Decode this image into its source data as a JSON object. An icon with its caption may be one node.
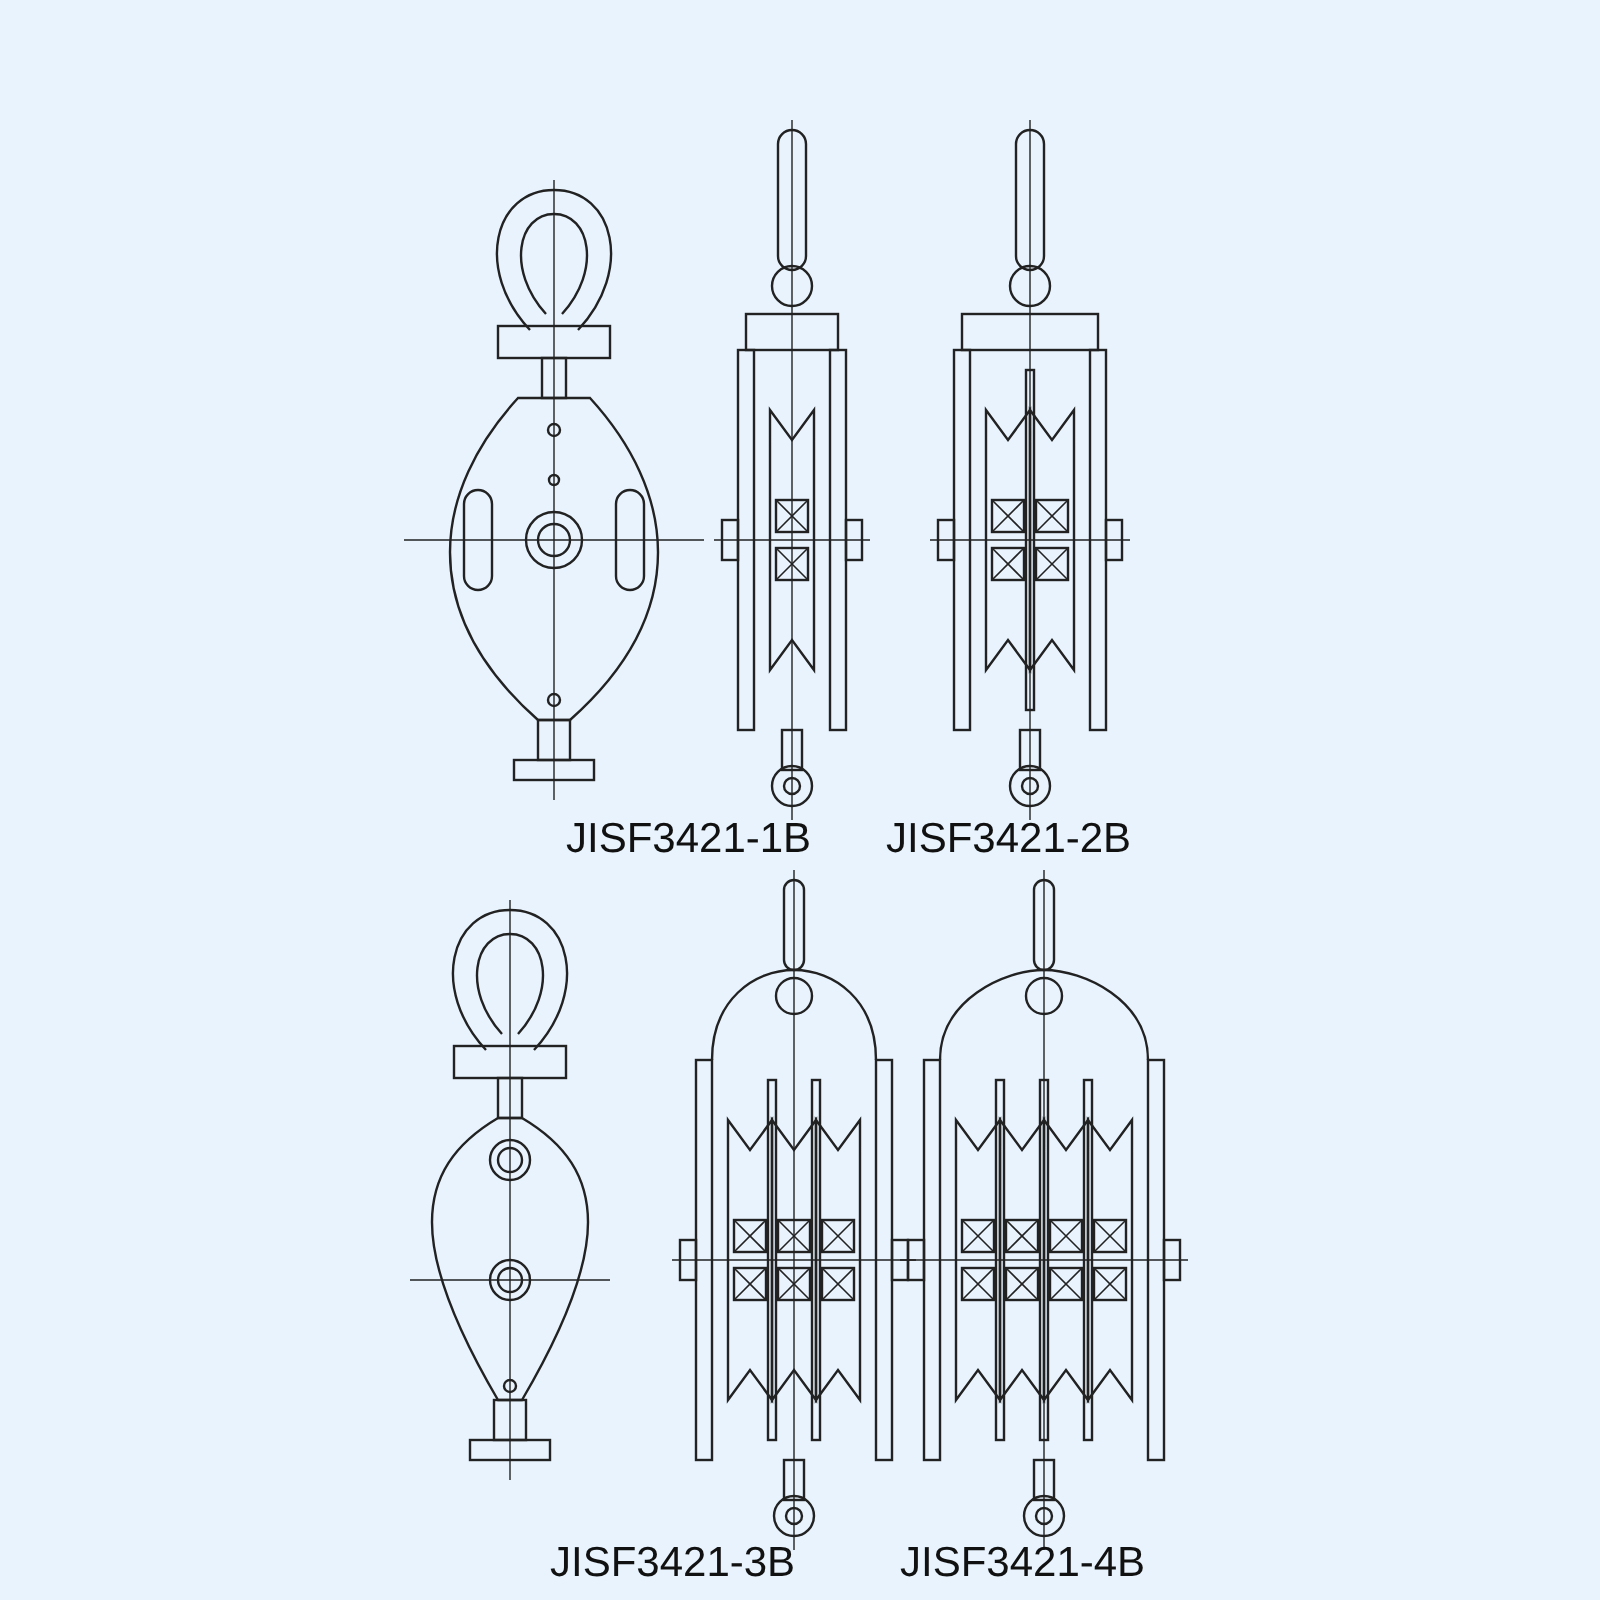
{
  "diagram": {
    "labels": [
      "JISF3421-1B",
      "JISF3421-2B",
      "JISF3421-3B",
      "JISF3421-4B"
    ]
  }
}
